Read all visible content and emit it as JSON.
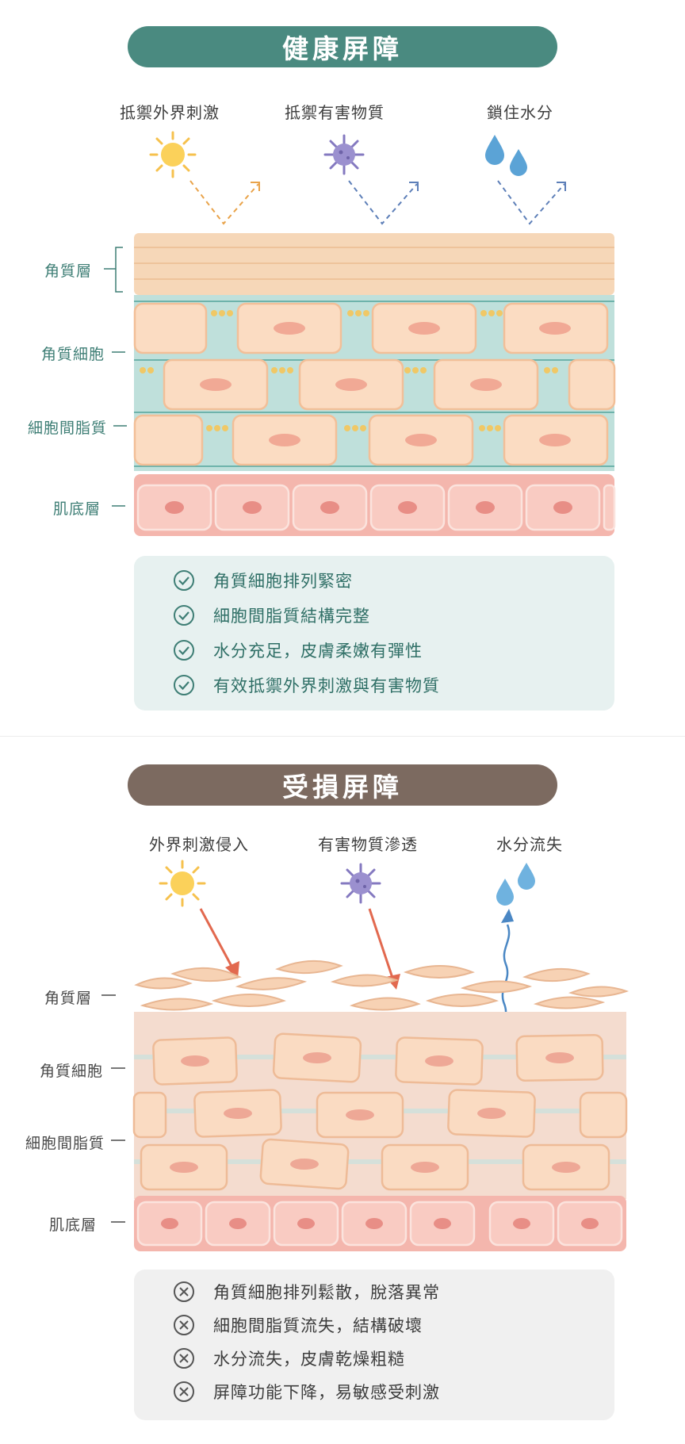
{
  "healthy": {
    "title": "健康屏障",
    "top_labels": [
      "抵禦外界刺激",
      "抵禦有害物質",
      "鎖住水分"
    ],
    "side_labels": [
      "角質層",
      "角質細胞",
      "細胞間脂質",
      "肌底層"
    ],
    "benefits": [
      "角質細胞排列緊密",
      "細胞間脂質結構完整",
      "水分充足，皮膚柔嫩有彈性",
      "有效抵禦外界刺激與有害物質"
    ],
    "check_icon": "check-circle-icon",
    "accent_color": "#4a8a80"
  },
  "damaged": {
    "title": "受損屏障",
    "top_labels": [
      "外界刺激侵入",
      "有害物質滲透",
      "水分流失"
    ],
    "side_labels": [
      "角質層",
      "角質細胞",
      "細胞間脂質",
      "肌底層"
    ],
    "problems": [
      "角質細胞排列鬆散，脫落異常",
      "細胞間脂質流失，結構破壞",
      "水分流失，皮膚乾燥粗糙",
      "屏障功能下降，易敏感受刺激"
    ],
    "cross_icon": "x-circle-icon",
    "accent_color": "#7c6a60"
  },
  "icons": [
    "sun-icon",
    "virus-icon",
    "water-drop-icon"
  ]
}
